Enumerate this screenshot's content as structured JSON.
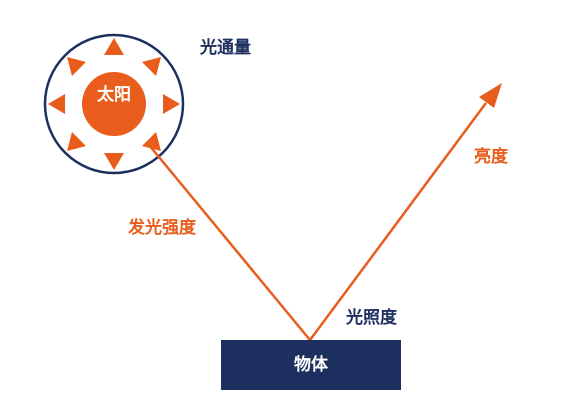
{
  "sun": {
    "label": "太阳",
    "icon": "sun-icon"
  },
  "object": {
    "label": "物体"
  },
  "labels": {
    "luminous_flux": "光通量",
    "luminous_intensity": "发光强度",
    "illuminance": "光照度",
    "luminance": "亮度"
  },
  "colors": {
    "navy": "#1c2f5e",
    "orange": "#e85d1c"
  }
}
